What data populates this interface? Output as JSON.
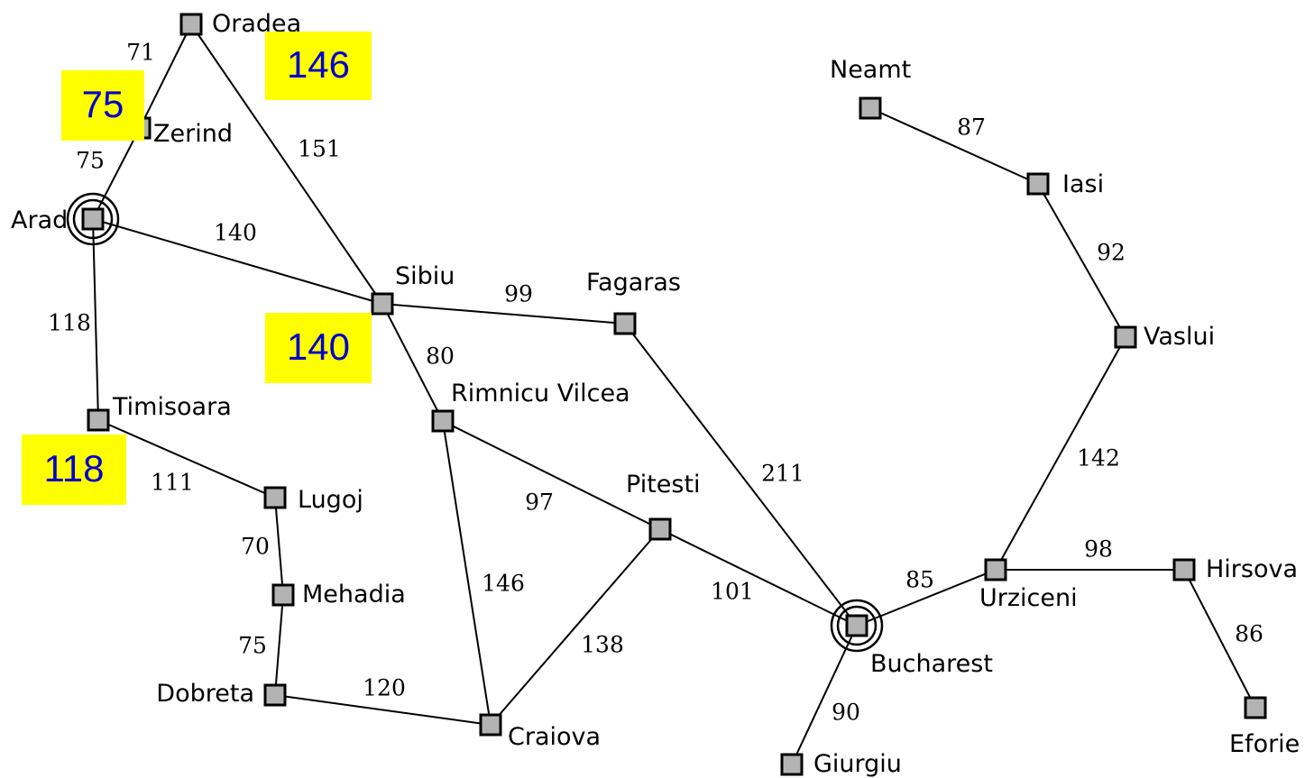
{
  "colors": {
    "highlight_bg": "#ffff00",
    "highlight_text": "#0000cc",
    "node_fill": "#b3b3b3",
    "line": "#000000"
  },
  "icons": {
    "city": "square-node-icon",
    "special_city": "double-ring-node-icon"
  },
  "cities": [
    {
      "id": "oradea",
      "name": "Oradea"
    },
    {
      "id": "zerind",
      "name": "Zerind"
    },
    {
      "id": "arad",
      "name": "Arad",
      "marked": true
    },
    {
      "id": "timisoara",
      "name": "Timisoara"
    },
    {
      "id": "lugoj",
      "name": "Lugoj"
    },
    {
      "id": "mehadia",
      "name": "Mehadia"
    },
    {
      "id": "dobreta",
      "name": "Dobreta"
    },
    {
      "id": "craiova",
      "name": "Craiova"
    },
    {
      "id": "sibiu",
      "name": "Sibiu"
    },
    {
      "id": "rimnicu",
      "name": "Rimnicu Vilcea"
    },
    {
      "id": "fagaras",
      "name": "Fagaras"
    },
    {
      "id": "pitesti",
      "name": "Pitesti"
    },
    {
      "id": "bucharest",
      "name": "Bucharest",
      "marked": true
    },
    {
      "id": "giurgiu",
      "name": "Giurgiu"
    },
    {
      "id": "urziceni",
      "name": "Urziceni"
    },
    {
      "id": "hirsova",
      "name": "Hirsova"
    },
    {
      "id": "eforie",
      "name": "Eforie"
    },
    {
      "id": "vaslui",
      "name": "Vaslui"
    },
    {
      "id": "iasi",
      "name": "Iasi"
    },
    {
      "id": "neamt",
      "name": "Neamt"
    }
  ],
  "roads": [
    {
      "from": "oradea",
      "to": "zerind",
      "distance": "71"
    },
    {
      "from": "zerind",
      "to": "arad",
      "distance": "75"
    },
    {
      "from": "oradea",
      "to": "sibiu",
      "distance": "151"
    },
    {
      "from": "arad",
      "to": "sibiu",
      "distance": "140"
    },
    {
      "from": "arad",
      "to": "timisoara",
      "distance": "118"
    },
    {
      "from": "timisoara",
      "to": "lugoj",
      "distance": "111"
    },
    {
      "from": "lugoj",
      "to": "mehadia",
      "distance": "70"
    },
    {
      "from": "mehadia",
      "to": "dobreta",
      "distance": "75"
    },
    {
      "from": "dobreta",
      "to": "craiova",
      "distance": "120"
    },
    {
      "from": "sibiu",
      "to": "fagaras",
      "distance": "99"
    },
    {
      "from": "sibiu",
      "to": "rimnicu",
      "distance": "80"
    },
    {
      "from": "rimnicu",
      "to": "pitesti",
      "distance": "97"
    },
    {
      "from": "rimnicu",
      "to": "craiova",
      "distance": "146"
    },
    {
      "from": "craiova",
      "to": "pitesti",
      "distance": "138"
    },
    {
      "from": "pitesti",
      "to": "bucharest",
      "distance": "101"
    },
    {
      "from": "fagaras",
      "to": "bucharest",
      "distance": "211"
    },
    {
      "from": "bucharest",
      "to": "giurgiu",
      "distance": "90"
    },
    {
      "from": "bucharest",
      "to": "urziceni",
      "distance": "85"
    },
    {
      "from": "urziceni",
      "to": "hirsova",
      "distance": "98"
    },
    {
      "from": "hirsova",
      "to": "eforie",
      "distance": "86"
    },
    {
      "from": "urziceni",
      "to": "vaslui",
      "distance": "142"
    },
    {
      "from": "vaslui",
      "to": "iasi",
      "distance": "92"
    },
    {
      "from": "iasi",
      "to": "neamt",
      "distance": "87"
    }
  ],
  "highlights": [
    {
      "id": "zerind",
      "value": "75"
    },
    {
      "id": "sibiu",
      "value": "140"
    },
    {
      "id": "timisoara",
      "value": "118"
    },
    {
      "id": "oradea",
      "value": "146"
    }
  ]
}
